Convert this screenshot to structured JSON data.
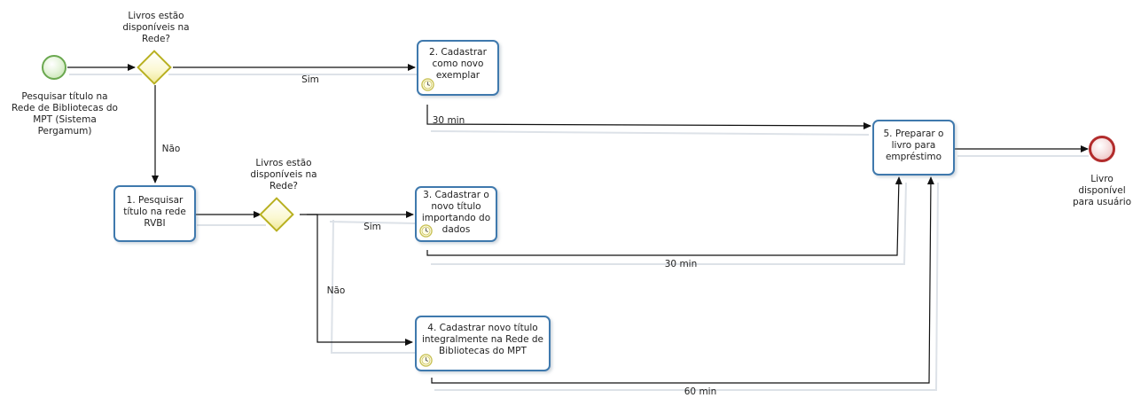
{
  "start_event": {
    "label": "Pesquisar título na\nRede de Bibliotecas do\nMPT (Sistema\nPergamum)"
  },
  "gateway_1": {
    "label": "Livros estão\ndisponíveis na\nRede?"
  },
  "gateway_2": {
    "label": "Livros estão\ndisponíveis na\nRede?"
  },
  "task_1": {
    "label": "1. Pesquisar\ntítulo na rede\nRVBI"
  },
  "task_2": {
    "label": "2. Cadastrar\ncomo novo\nexemplar"
  },
  "task_3": {
    "label": "3. Cadastrar o\nnovo título\nimportando do\ndados"
  },
  "task_4": {
    "label": "4. Cadastrar novo título\nintegralmente na Rede de\nBibliotecas do MPT"
  },
  "task_5": {
    "label": "5. Preparar o\nlivro para\nempréstimo"
  },
  "end_event": {
    "label": "Livro\ndisponível\npara usuário"
  },
  "flows": {
    "g1_sim": "Sim",
    "g1_nao": "Não",
    "g2_sim": "Sim",
    "g2_nao": "Não",
    "t2_time": "30 min",
    "t3_time": "30 min",
    "t4_time": "60 min"
  },
  "colors": {
    "task_border": "#3f79ad",
    "start_border": "#6aa84f",
    "end_border": "#b22c2c",
    "gateway_border": "#b8b020",
    "timer": "#c9c257"
  },
  "icons": {
    "timer": "clock-icon"
  }
}
